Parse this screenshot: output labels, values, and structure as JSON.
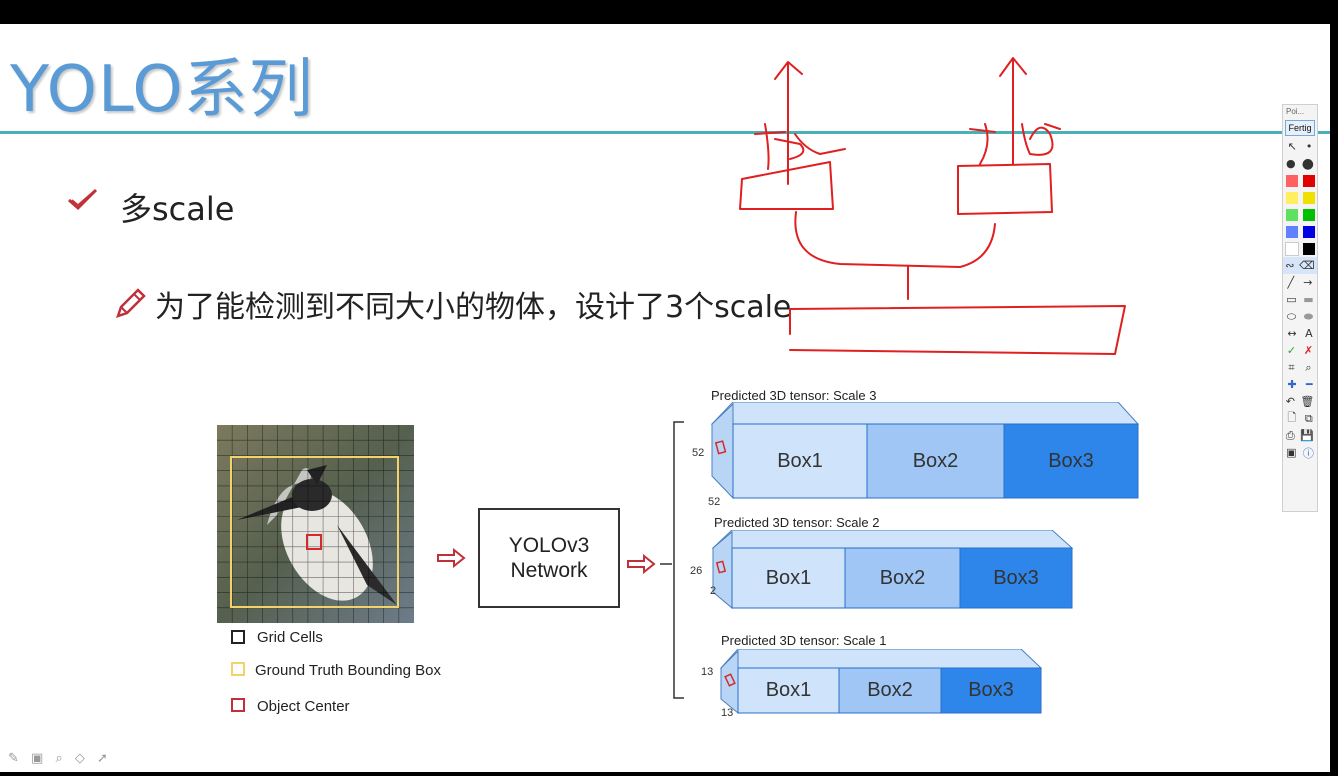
{
  "slide": {
    "title": "YOLO系列",
    "bullet1": "多scale",
    "bullet2": "为了能检测到不同大小的物体，设计了3个scale",
    "legend": [
      "Grid Cells",
      "Ground Truth Bounding Box",
      "Object Center"
    ],
    "network_line1": "YOLOv3",
    "network_line2": "Network",
    "tensors": [
      {
        "label": "Predicted 3D tensor: Scale 3",
        "dim1": "52",
        "dim2": "52",
        "boxes": [
          "Box1",
          "Box2",
          "Box3"
        ]
      },
      {
        "label": "Predicted 3D tensor: Scale 2",
        "dim1": "26",
        "dim2": "2",
        "boxes": [
          "Box1",
          "Box2",
          "Box3"
        ]
      },
      {
        "label": "Predicted 3D tensor: Scale 1",
        "dim1": "13",
        "dim2": "13",
        "boxes": [
          "Box1",
          "Box2",
          "Box3"
        ]
      }
    ],
    "colors": {
      "title": "#5b9bd5",
      "rule": "#4ab0b8",
      "box_light": "#cfe3fb",
      "box_mid": "#9fc6f5",
      "box_dark": "#2f86ea",
      "annotation": "#e02020"
    }
  },
  "annotation_toolbar": {
    "title": "Poi...",
    "done_label": "Fertig",
    "text_tool": "A",
    "icons": [
      "cursor-icon",
      "dot-small-icon",
      "dot-medium-icon",
      "dot-large-icon",
      "color-red-icon",
      "color-yellow-icon",
      "color-green-icon",
      "color-blue-icon",
      "color-white-icon",
      "color-black-icon",
      "freehand-icon",
      "eraser-icon",
      "line-icon",
      "arrow-icon",
      "rectangle-icon",
      "filled-rectangle-icon",
      "ellipse-icon",
      "filled-ellipse-icon",
      "double-arrow-icon",
      "text-icon",
      "check-icon",
      "cross-icon",
      "crop-icon",
      "zoom-icon",
      "plus-icon",
      "minus-icon",
      "undo-icon",
      "trash-icon",
      "new-page-icon",
      "copy-icon",
      "print-icon",
      "save-icon",
      "screen-icon",
      "info-icon"
    ]
  }
}
